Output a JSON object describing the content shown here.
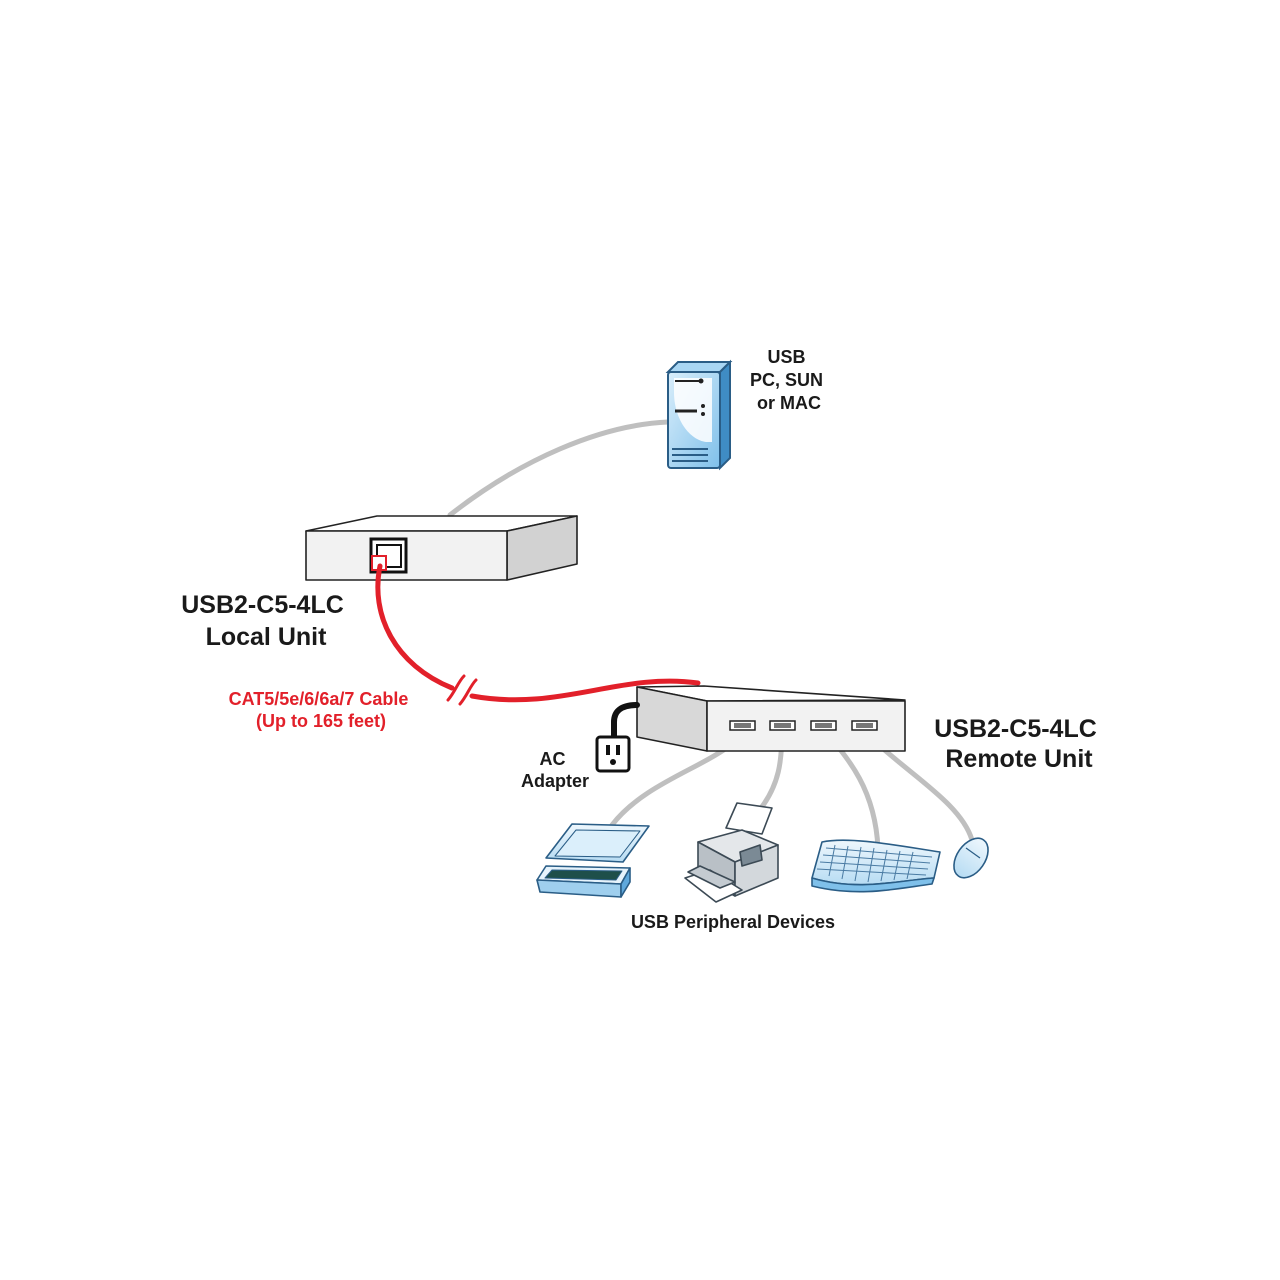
{
  "computer": {
    "lines": [
      "USB",
      "PC, SUN",
      "or MAC"
    ]
  },
  "local_unit": {
    "lines": [
      "USB2-C5-4LC",
      "Local Unit"
    ]
  },
  "cable": {
    "lines": [
      "CAT5/5e/6/6a/7 Cable",
      "(Up to 165 feet)"
    ]
  },
  "remote_unit": {
    "lines": [
      "USB2-C5-4LC",
      "Remote Unit"
    ]
  },
  "ac_adapter": {
    "lines": [
      "AC",
      "Adapter"
    ]
  },
  "peripherals": {
    "label": "USB Peripheral Devices"
  },
  "colors": {
    "cable": "#e2202a",
    "usb_cable": "#bfbfbf",
    "device_blue": "#5fa8dc"
  },
  "icons": [
    "computer-tower-icon",
    "scanner-icon",
    "printer-icon",
    "keyboard-icon",
    "mouse-icon",
    "power-plug-icon"
  ]
}
